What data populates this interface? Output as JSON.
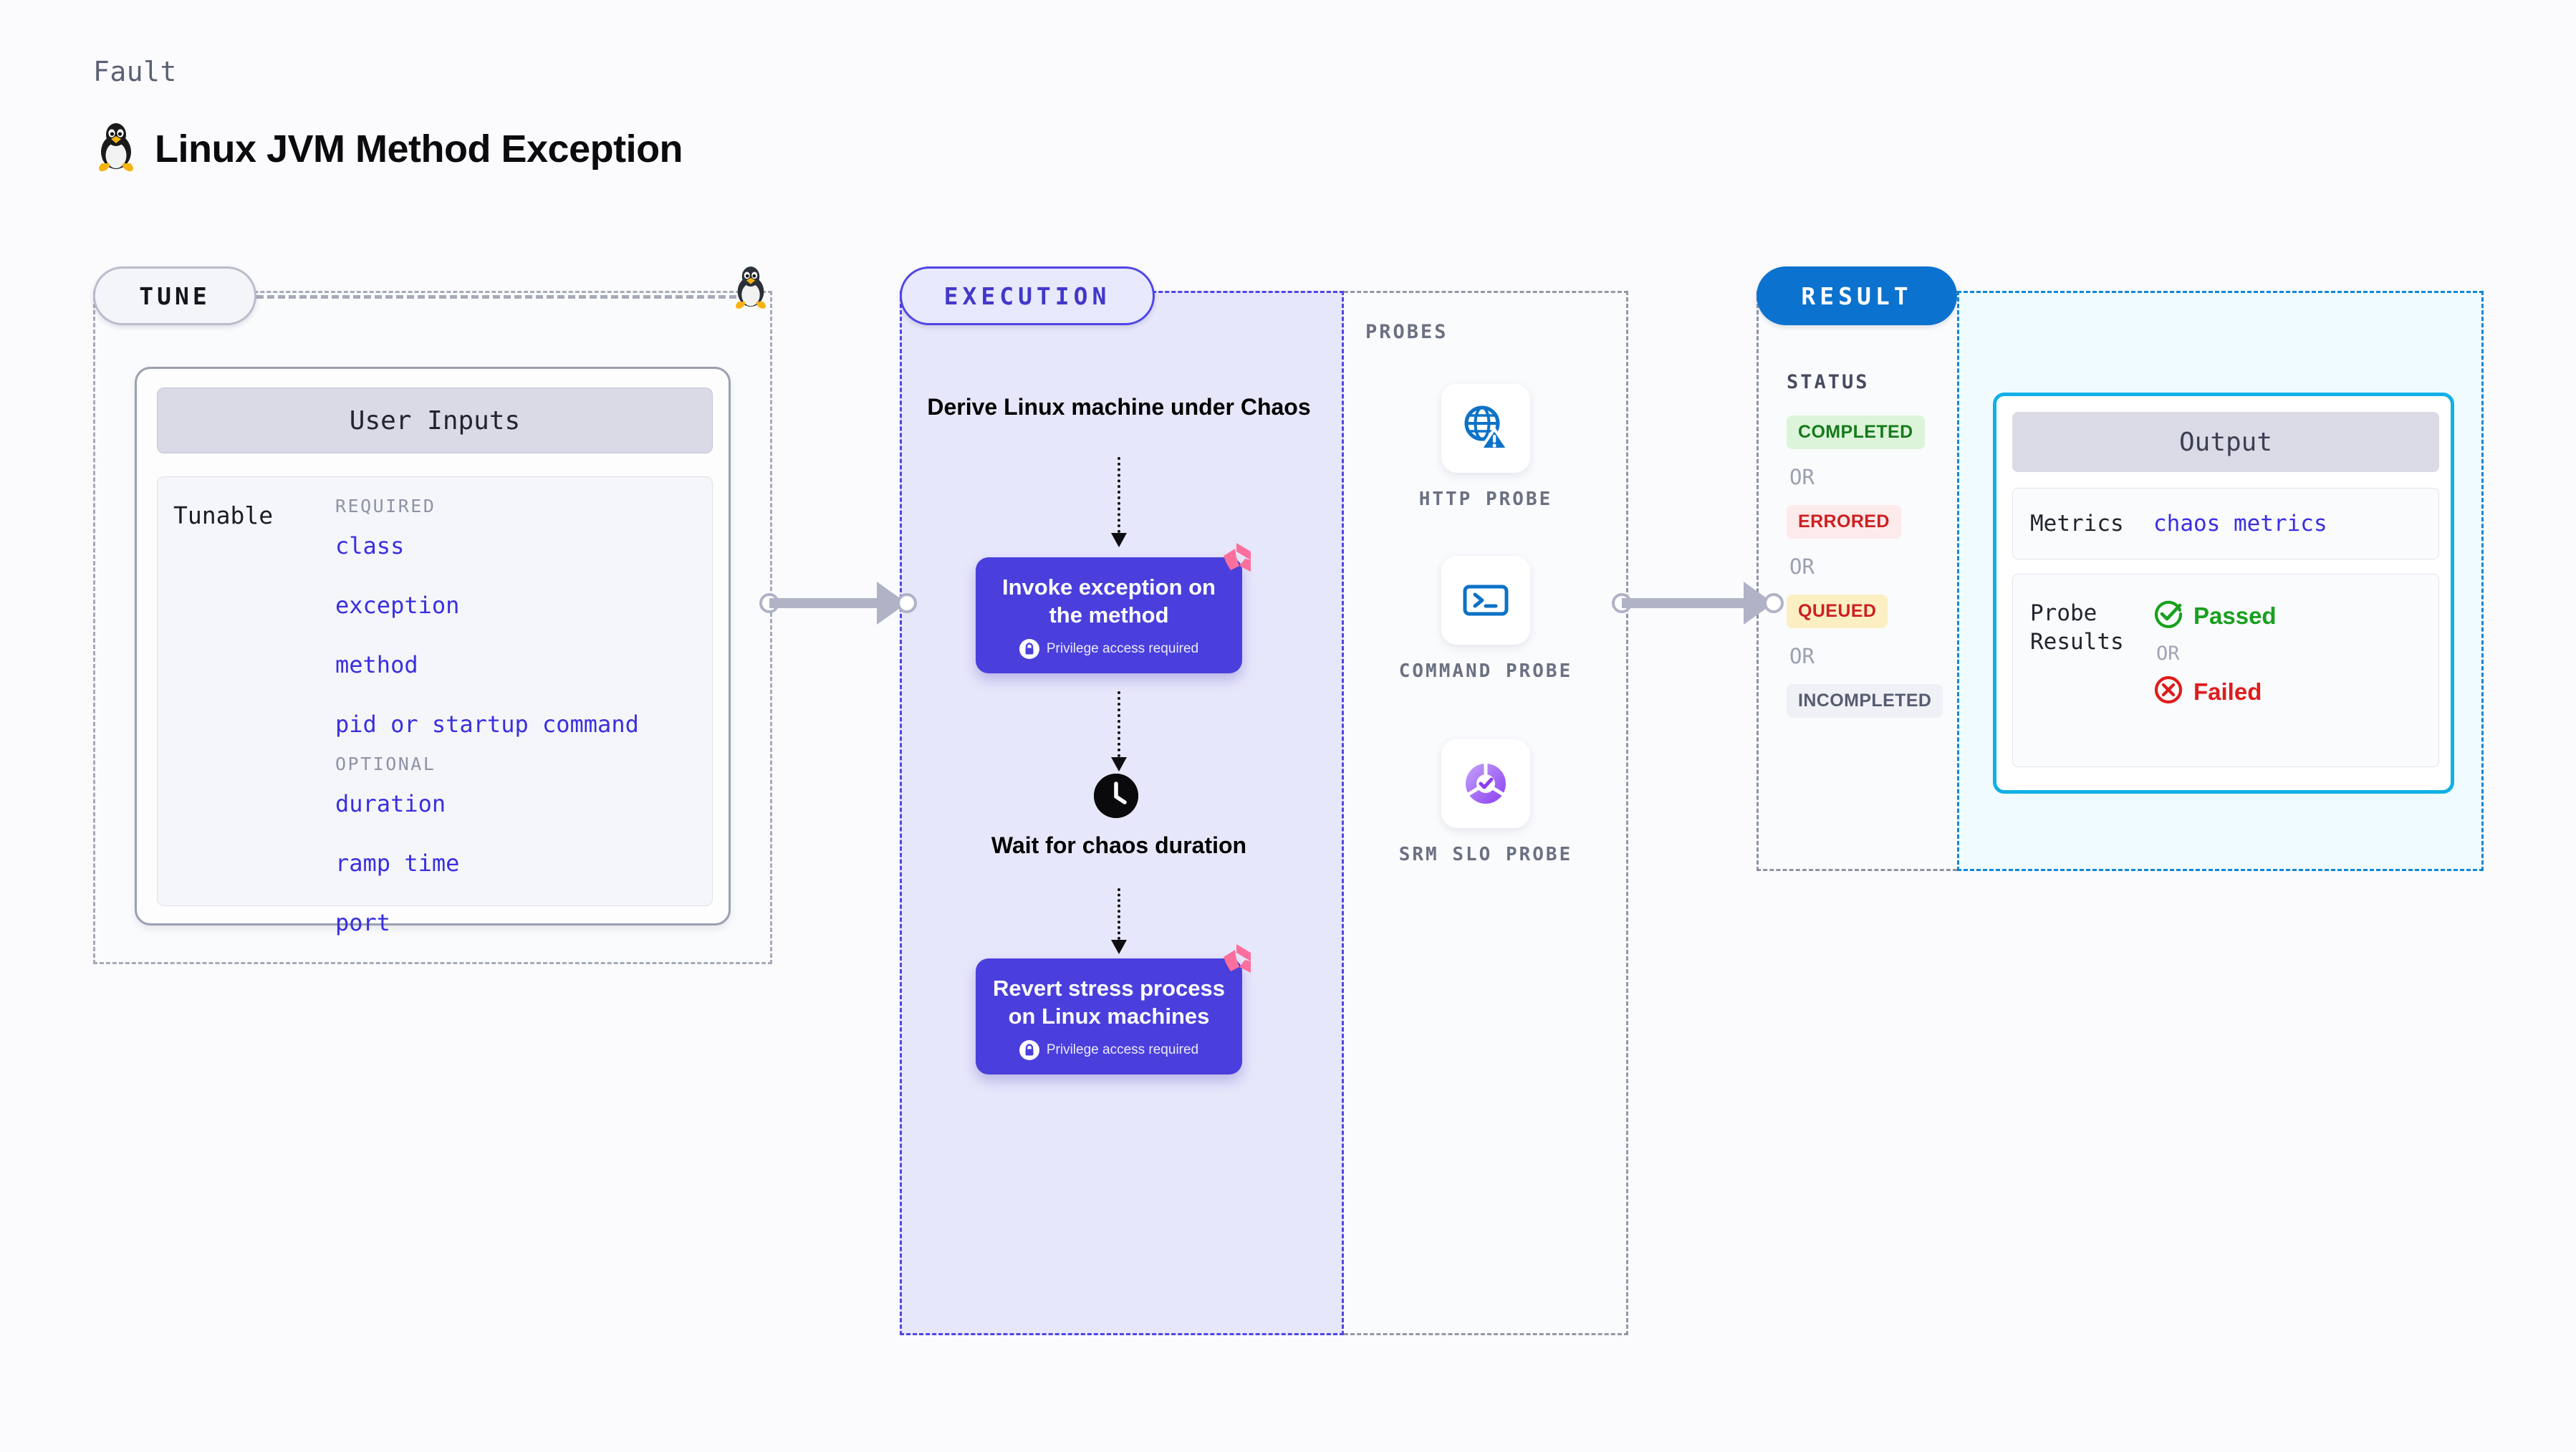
{
  "header": {
    "kicker": "Fault",
    "title": "Linux JVM Method Exception",
    "icon": "linux-tux-icon"
  },
  "tune": {
    "pill_label": "TUNE",
    "corner_icon": "linux-tux-icon",
    "user_inputs_title": "User Inputs",
    "tunable_label": "Tunable",
    "groups": [
      {
        "group_label": "REQUIRED",
        "items": [
          "class",
          "exception",
          "method",
          "pid or startup command"
        ]
      },
      {
        "group_label": "OPTIONAL",
        "items": [
          "duration",
          "ramp time",
          "port"
        ]
      }
    ]
  },
  "execution": {
    "pill_label": "EXECUTION",
    "step1_title": "Derive Linux machine under Chaos",
    "card1_title": "Invoke exception on the method",
    "card1_note": "Privilege access required",
    "wait_title": "Wait for chaos duration",
    "wait_icon": "clock-icon",
    "card2_title": "Revert stress process on Linux machines",
    "card2_note": "Privilege access required",
    "badge_icon": "litmus-logo-icon",
    "lock_icon": "lock-icon"
  },
  "probes": {
    "section_label": "PROBES",
    "items": [
      {
        "name": "HTTP PROBE",
        "icon": "http-globe-warning-icon"
      },
      {
        "name": "COMMAND PROBE",
        "icon": "terminal-command-icon"
      },
      {
        "name": "SRM SLO PROBE",
        "icon": "srm-slo-donut-check-icon"
      }
    ]
  },
  "result": {
    "pill_label": "RESULT",
    "status_label": "STATUS",
    "or_label": "OR",
    "statuses": [
      {
        "label": "COMPLETED",
        "kind": "completed"
      },
      {
        "label": "ERRORED",
        "kind": "errored"
      },
      {
        "label": "QUEUED",
        "kind": "queued"
      },
      {
        "label": "INCOMPLETED",
        "kind": "incompleted"
      }
    ]
  },
  "output": {
    "title": "Output",
    "metrics_key": "Metrics",
    "metrics_value": "chaos metrics",
    "probe_results_key": "Probe Results",
    "passed_label": "Passed",
    "failed_label": "Failed",
    "or_label": "OR",
    "passed_icon": "check-circle-icon",
    "failed_icon": "x-circle-icon"
  },
  "colors": {
    "accent_purple": "#4a3fdc",
    "accent_blue": "#0c72cf",
    "accent_cyan": "#11b0e6",
    "pass_green": "#18a01e",
    "fail_red": "#e01b1b",
    "litmus_pink": "#f9679a",
    "tunable_link": "#3a2fe0"
  }
}
